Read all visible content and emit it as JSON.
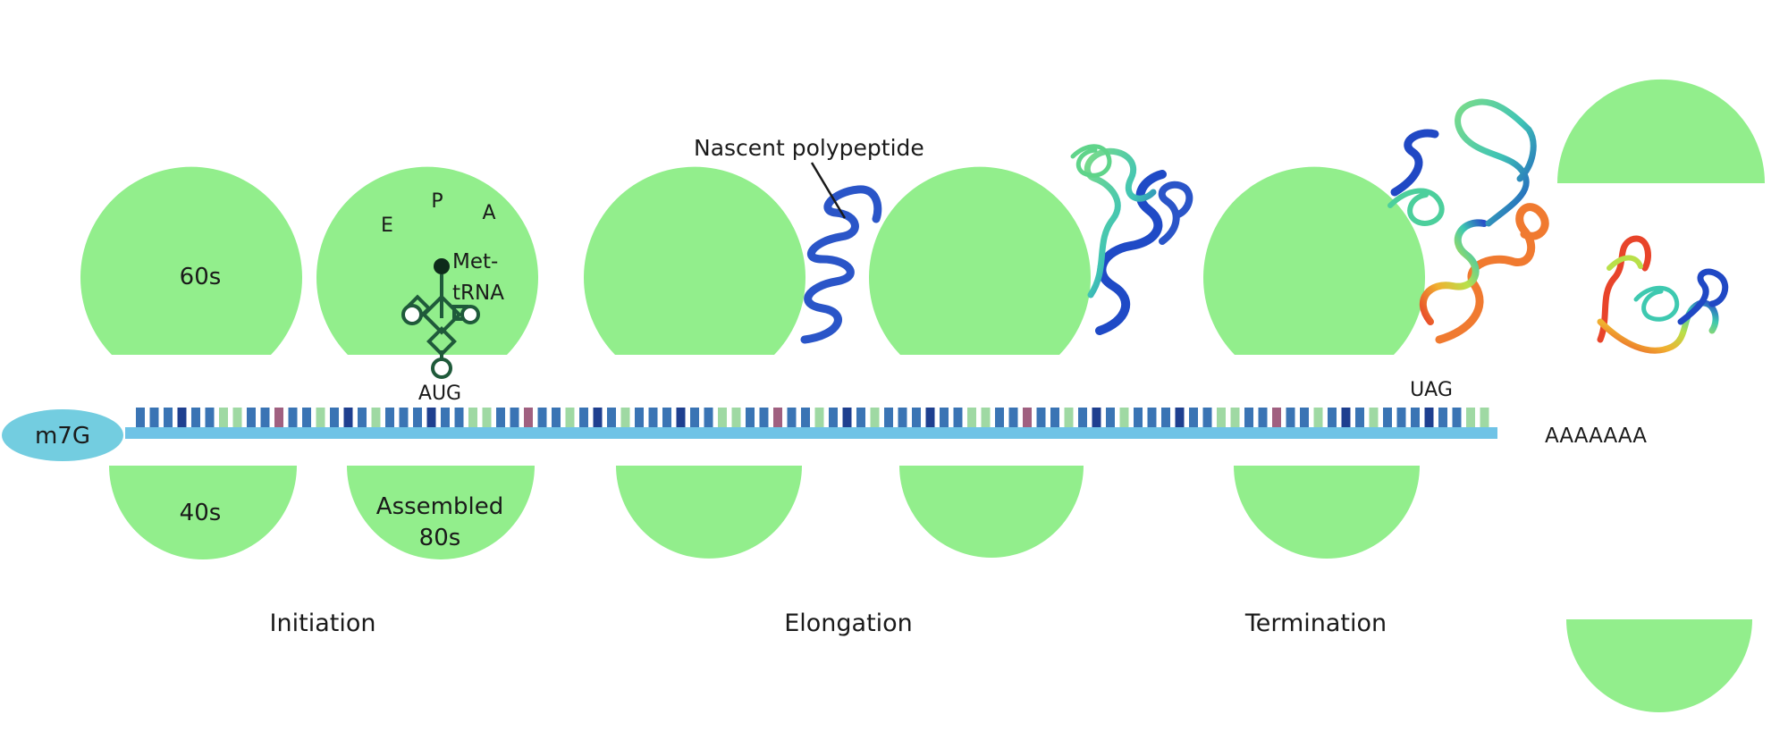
{
  "colors": {
    "subunit": "#92ee8c",
    "mrna_backbone": "#6fc3e6",
    "mrna_cap": "#73cde0",
    "codon_blue": "#3a74b4",
    "codon_dark": "#1e3f8f",
    "codon_green": "#9fd9a3",
    "codon_mauve": "#a06080",
    "trna": "#1f5a3a",
    "label_text": "#1a1a1a"
  },
  "labels": {
    "cap": "m7G",
    "poly_a": "AAAAAAA",
    "large_subunit": "60s",
    "small_subunit": "40s",
    "assembled_line1": "Assembled",
    "assembled_line2": "80s",
    "site_e": "E",
    "site_p": "P",
    "site_a": "A",
    "trna_line1": "Met-",
    "trna_line2": "tRNA",
    "start_codon": "AUG",
    "stop_codon": "UAG",
    "polypeptide": "Nascent polypeptide"
  },
  "stages": [
    {
      "name": "Initiation"
    },
    {
      "name": "Elongation"
    },
    {
      "name": "Termination"
    }
  ]
}
